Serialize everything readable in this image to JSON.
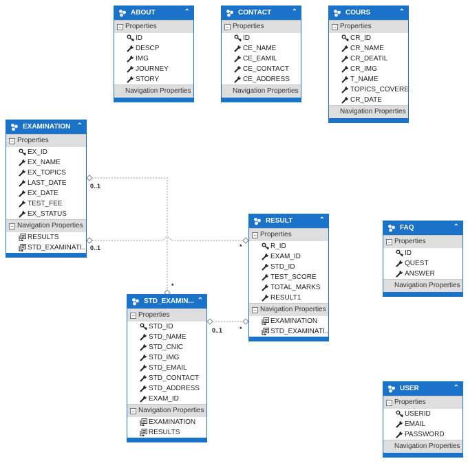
{
  "sections": {
    "properties": "Properties",
    "navigation": "Navigation Properties"
  },
  "entities": {
    "about": {
      "title": "ABOUT",
      "key": "ID",
      "props": [
        "DESCP",
        "IMG",
        "JOURNEY",
        "STORY"
      ],
      "nav": []
    },
    "contact": {
      "title": "CONTACT",
      "key": "ID",
      "props": [
        "CE_NAME",
        "CE_EAMIL",
        "CE_CONTACT",
        "CE_ADDRESS"
      ],
      "nav": []
    },
    "cours": {
      "title": "COURS",
      "key": "CR_ID",
      "props": [
        "CR_NAME",
        "CR_DEATIL",
        "CR_IMG",
        "T_NAME",
        "TOPICS_COVERED",
        "CR_DATE"
      ],
      "nav": []
    },
    "examination": {
      "title": "EXAMINATION",
      "key": "EX_ID",
      "props": [
        "EX_NAME",
        "EX_TOPICS",
        "LAST_DATE",
        "EX_DATE",
        "TEST_FEE",
        "EX_STATUS"
      ],
      "nav": [
        "RESULTS",
        "STD_EXAMINATI..."
      ]
    },
    "result": {
      "title": "RESULT",
      "key": "R_ID",
      "props": [
        "EXAM_ID",
        "STD_ID",
        "TEST_SCORE",
        "TOTAL_MARKS",
        "RESULT1"
      ],
      "nav": [
        "EXAMINATION",
        "STD_EXAMINATI..."
      ]
    },
    "faq": {
      "title": "FAQ",
      "key": "ID",
      "props": [
        "QUEST",
        "ANSWER"
      ],
      "nav": []
    },
    "std": {
      "title": "STD_EXAMIN...",
      "key": "STD_ID",
      "props": [
        "STD_NAME",
        "STD_CNIC",
        "STD_IMG",
        "STD_EMAIL",
        "STD_CONTACT",
        "STD_ADDRESS",
        "EXAM_ID"
      ],
      "nav": [
        "EXAMINATION",
        "RESULTS"
      ]
    },
    "user": {
      "title": "USER",
      "key": "USERID",
      "props": [
        "EMAIL",
        "PASSWORD"
      ],
      "nav": []
    }
  },
  "multiplicity": {
    "one_or_zero": "0..1",
    "many": "*"
  }
}
